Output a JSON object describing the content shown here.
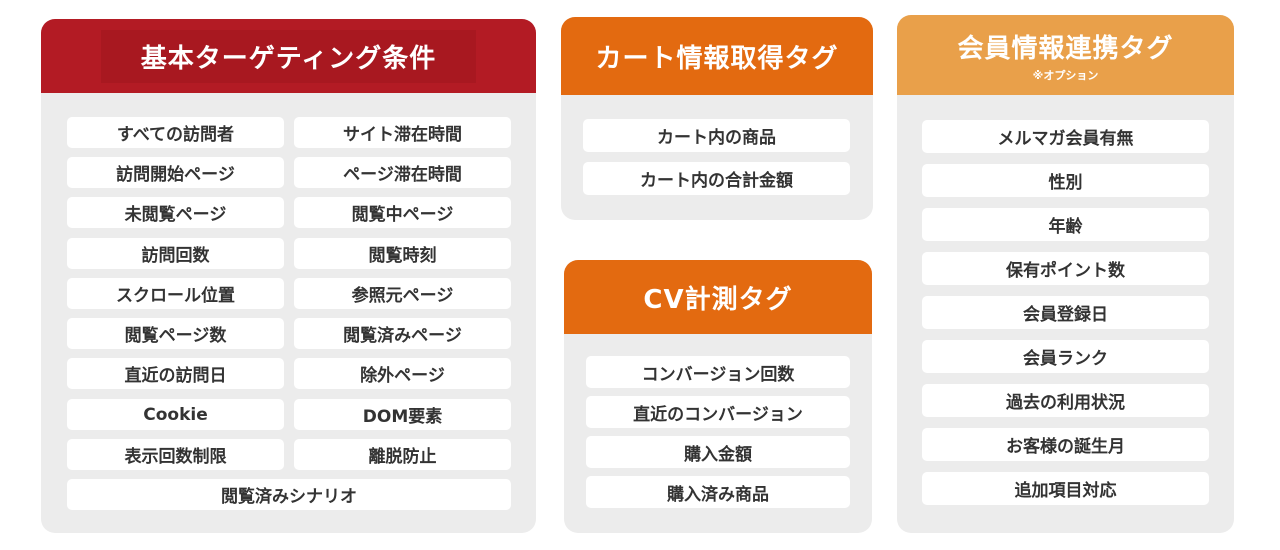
{
  "basic": {
    "title": "基本ターゲティング条件",
    "items": [
      "すべての訪問者",
      "サイト滞在時間",
      "訪問開始ページ",
      "ページ滞在時間",
      "未閲覧ページ",
      "閲覧中ページ",
      "訪問回数",
      "閲覧時刻",
      "スクロール位置",
      "参照元ページ",
      "閲覧ページ数",
      "閲覧済みページ",
      "直近の訪問日",
      "除外ページ",
      "Cookie",
      "DOM要素",
      "表示回数制限",
      "離脱防止"
    ],
    "last": "閲覧済みシナリオ"
  },
  "cart": {
    "title": "カート情報取得タグ",
    "items": [
      "カート内の商品",
      "カート内の合計金額"
    ]
  },
  "cv": {
    "title": "CV計測タグ",
    "items": [
      "コンバージョン回数",
      "直近のコンバージョン",
      "購入金額",
      "購入済み商品"
    ]
  },
  "member": {
    "title": "会員情報連携タグ",
    "subtitle": "※オプション",
    "items": [
      "メルマガ会員有無",
      "性別",
      "年齢",
      "保有ポイント数",
      "会員登録日",
      "会員ランク",
      "過去の利用状況",
      "お客様の誕生月",
      "追加項目対応"
    ]
  },
  "colors": {
    "red": "#b31b24",
    "orange": "#e36a10",
    "light_orange": "#e9a04a",
    "panel": "#ececec"
  }
}
